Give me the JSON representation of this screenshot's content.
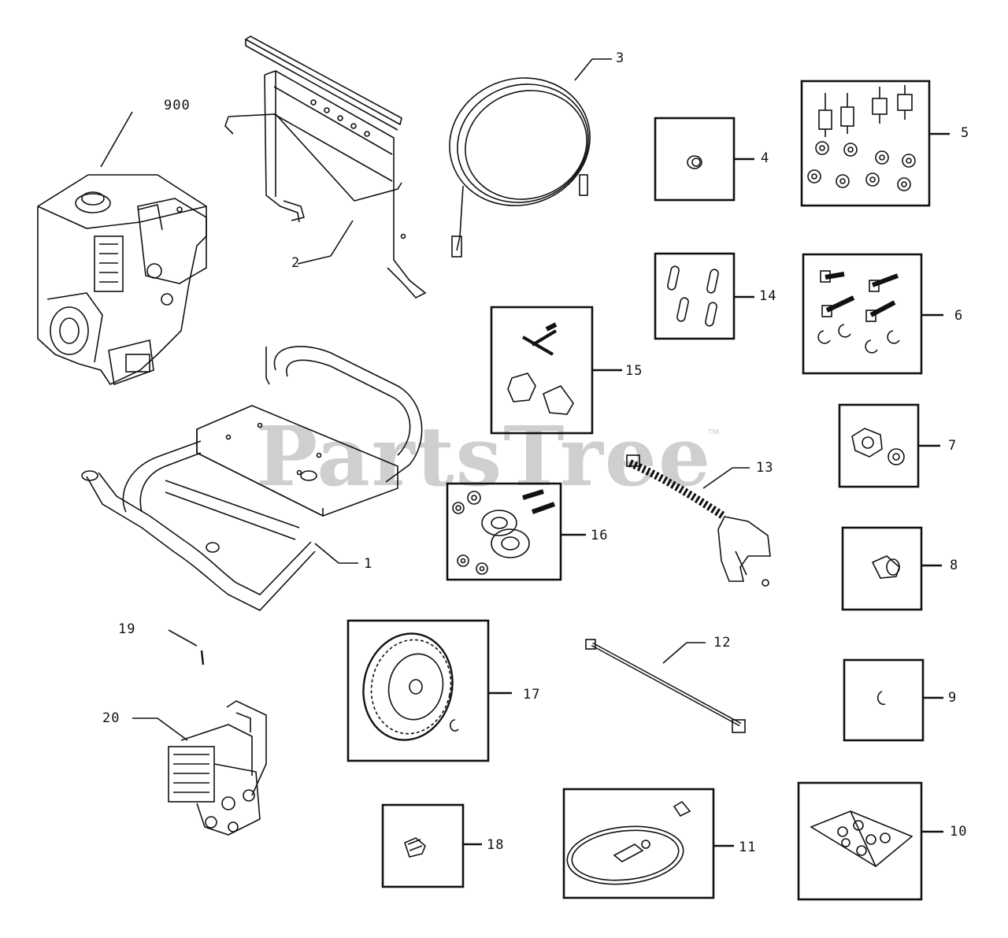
{
  "watermark": {
    "text": "PartsTree",
    "trademark": "™"
  },
  "callouts": {
    "c900": "900",
    "c1": "1",
    "c2": "2",
    "c3": "3",
    "c4": "4",
    "c5": "5",
    "c6": "6",
    "c7": "7",
    "c8": "8",
    "c9": "9",
    "c10": "10",
    "c11": "11",
    "c12": "12",
    "c13": "13",
    "c14": "14",
    "c15": "15",
    "c16": "16",
    "c17": "17",
    "c18": "18",
    "c19": "19",
    "c20": "20"
  }
}
